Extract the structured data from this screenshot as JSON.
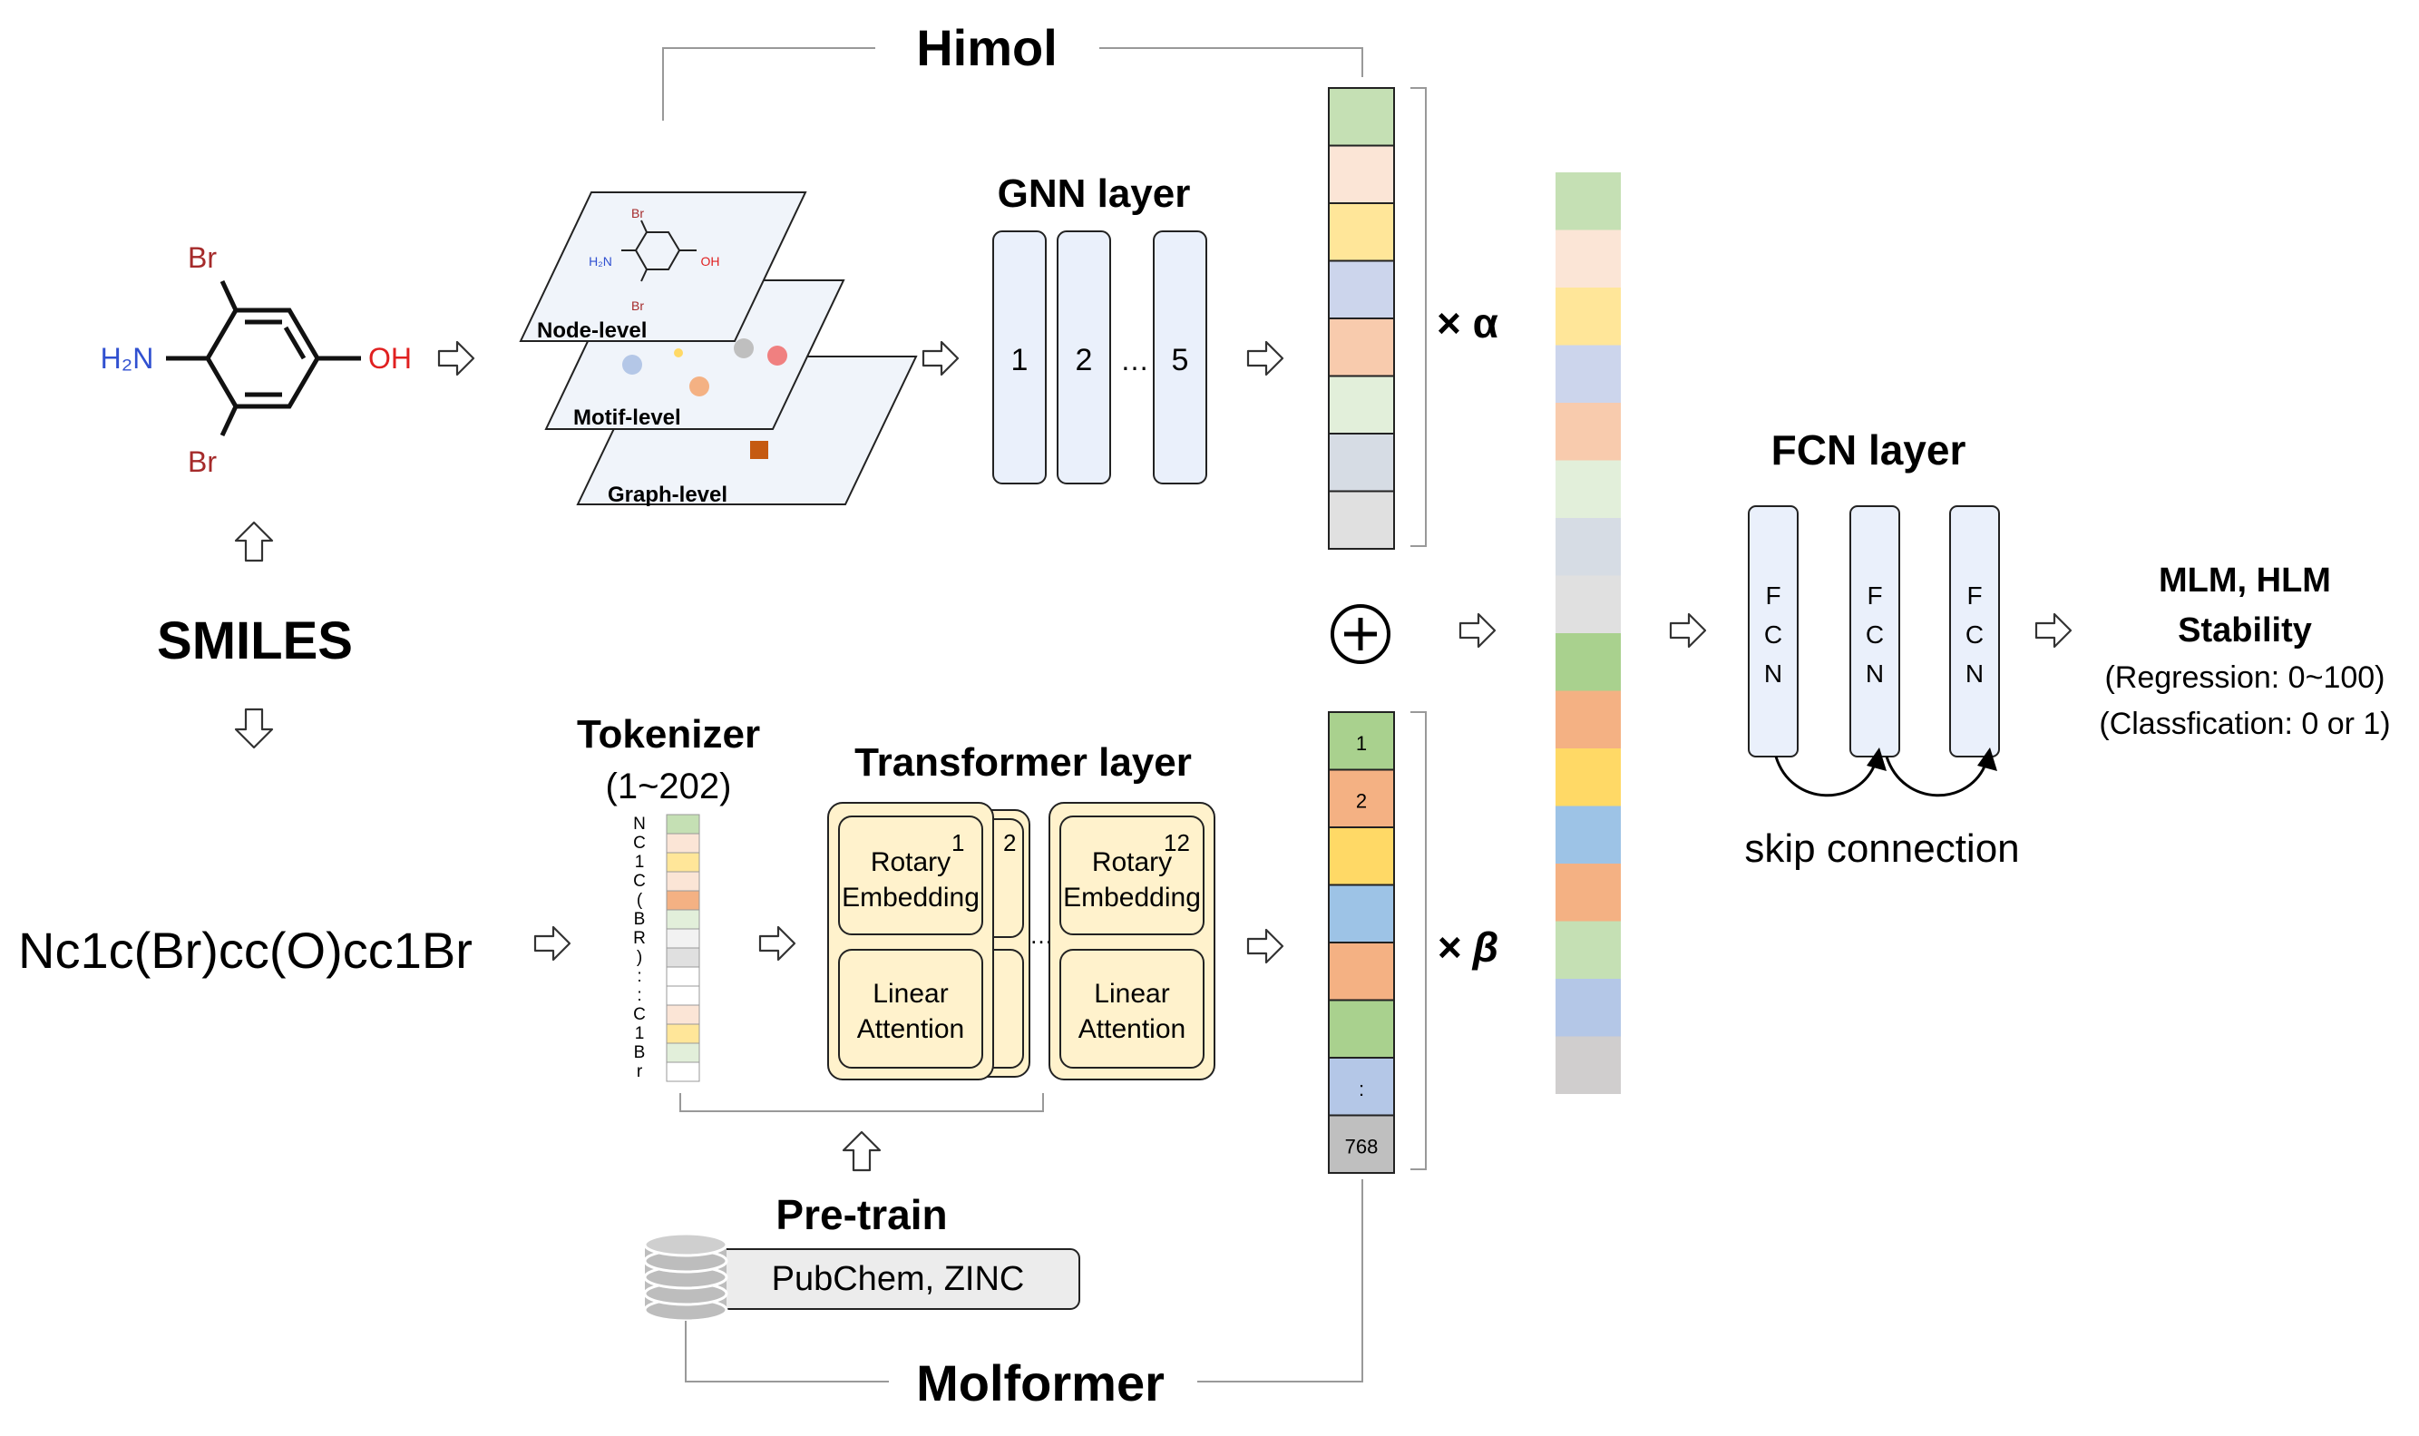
{
  "himol": {
    "title": "Himol",
    "planes": [
      "Node-level",
      "Motif-level",
      "Graph-level"
    ],
    "mini_molecule": {
      "br_top": "Br",
      "br_bottom": "Br",
      "nh2": "H₂N",
      "oh": "OH"
    }
  },
  "molecule": {
    "br_top": "Br",
    "br_bottom": "Br",
    "nh2": "H₂N",
    "oh": "OH"
  },
  "smiles_label": "SMILES",
  "smiles_string": "Nc1c(Br)cc(O)cc1Br",
  "gnn": {
    "title": "GNN layer",
    "blocks": [
      "1",
      "2",
      "…",
      "5"
    ]
  },
  "alpha_label": "× α",
  "beta_label": "× β",
  "plus_symbol": "+",
  "gnn_vector_colors": [
    "#c5e0b4",
    "#fbe5d6",
    "#ffe699",
    "#ccd5ec",
    "#f8cbad",
    "#e2efda",
    "#d6dce4",
    "#e0e0e0"
  ],
  "tokenizer": {
    "title": "Tokenizer",
    "range": "(1~202)",
    "tokens": [
      "N",
      "C",
      "1",
      "C",
      "(",
      "B",
      "R",
      ")",
      ":",
      ":",
      "C",
      "1",
      "B",
      "r"
    ],
    "colors": [
      "#c5e0b4",
      "#fbe5d6",
      "#ffe699",
      "#fbe5d6",
      "#f4b183",
      "#e2efda",
      "#f2f2f2",
      "#e0e0e0",
      "#ffffff",
      "#ffffff",
      "#fbe5d6",
      "#ffe699",
      "#e2efda",
      "#ffffff"
    ]
  },
  "transformer": {
    "title": "Transformer layer",
    "block1_index": "1",
    "block2_index": "2",
    "block12_index": "12",
    "ellipsis": "…",
    "rotary_line1": "Rotary",
    "rotary_line2": "Embedding",
    "attention_line1": "Linear",
    "attention_line2": "Attention"
  },
  "molformer_vector": {
    "cells": [
      "1",
      "2",
      "",
      "",
      "",
      "",
      ":",
      "768"
    ],
    "colors": [
      "#a9d18e",
      "#f4b183",
      "#ffd966",
      "#9dc3e6",
      "#f4b183",
      "#a9d18e",
      "#b4c7e7",
      "#bfbfbf"
    ]
  },
  "pretrain": {
    "title": "Pre-train",
    "dataset": "PubChem, ZINC"
  },
  "molformer_title": "Molformer",
  "concat_vector_colors": [
    "#c5e0b4",
    "#fbe5d6",
    "#ffe699",
    "#ccd5ec",
    "#f8cbad",
    "#e2efda",
    "#d6dce4",
    "#e0e0e0",
    "#a9d18e",
    "#f4b183",
    "#ffd966",
    "#9dc3e6",
    "#f4b183",
    "#c5e0b4",
    "#b4c7e7",
    "#d0cece"
  ],
  "fcn": {
    "title": "FCN layer",
    "letters": [
      "F",
      "C",
      "N"
    ],
    "skip_label": "skip connection"
  },
  "output": {
    "line1": "MLM, HLM",
    "line2": "Stability",
    "line3": "(Regression: 0~100)",
    "line4": "(Classfication: 0 or 1)"
  },
  "colors": {
    "block_fill": "#eaf0fb",
    "transformer_fill": "#fff2cc",
    "plane_fill": "#f0f4fa",
    "mol_br": "#a52a2a",
    "mol_n": "#3050d0",
    "mol_o": "#e02020"
  }
}
